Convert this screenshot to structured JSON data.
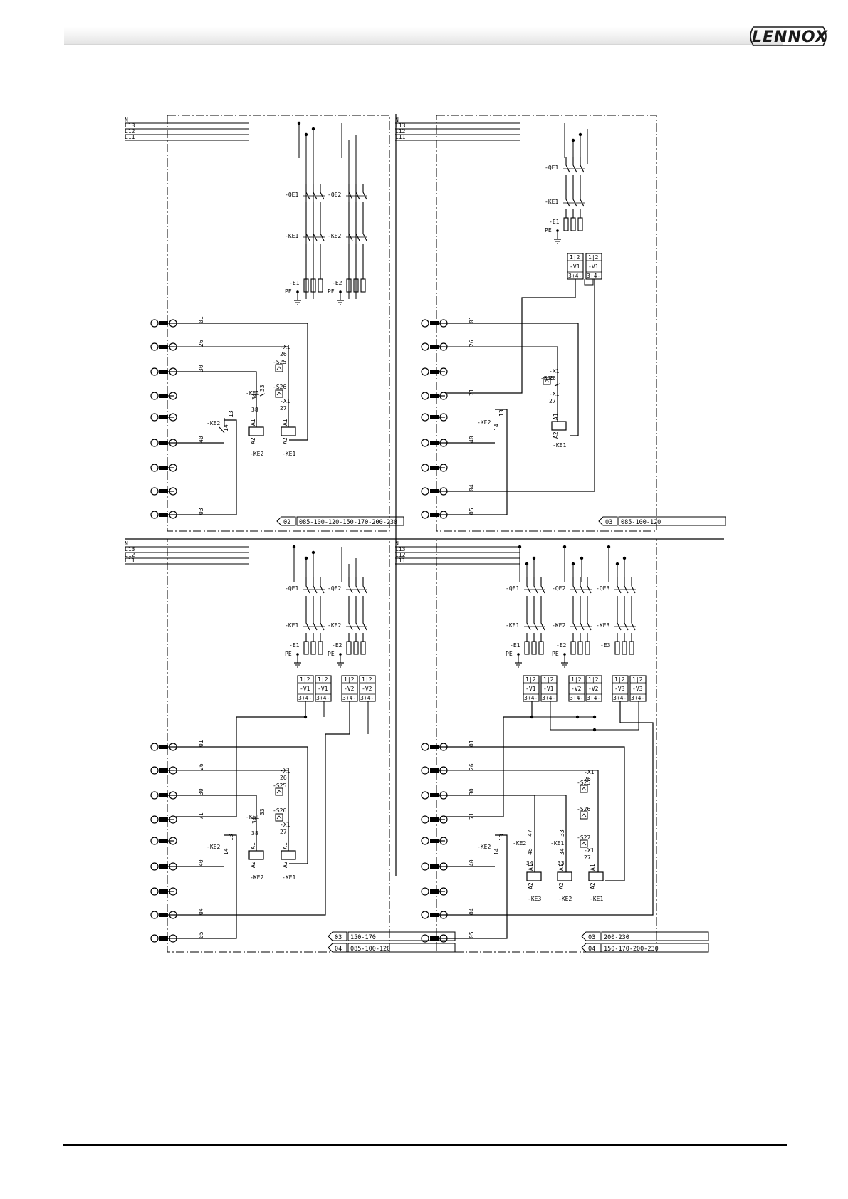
{
  "brand": {
    "logo_text": "LENNOX"
  },
  "panels": [
    {
      "id": "p1",
      "supply_labels": [
        "N",
        "L13",
        "L12",
        "L11"
      ],
      "breakers": [
        {
          "tag": "-QE1",
          "contactor": "-KE1",
          "heater": "-E1"
        },
        {
          "tag": "-QE2",
          "contactor": "-KE2",
          "heater": "-E2"
        }
      ],
      "pe_label": "PE",
      "terminals": [
        "01",
        "26",
        "30",
        "",
        "",
        "40",
        "",
        "",
        "03"
      ],
      "control_labels": {
        "x1a": "-X1",
        "n26": "26",
        "s25": "-S25",
        "s26": "-S26",
        "x1b": "-X1",
        "n27": "27",
        "ke1_aux": "-KE1",
        "n33": "33",
        "n34": "34",
        "n38": "38",
        "ke2_aux": "-KE2",
        "n13": "13",
        "n14": "14",
        "a1": "A1",
        "a2": "A2",
        "coil_left": "-KE2",
        "coil_right": "-KE1"
      },
      "title_blocks": [
        {
          "num": "02",
          "models": "085-100-120-150-170-200-230"
        }
      ]
    },
    {
      "id": "p2",
      "supply_labels": [
        "N",
        "L13",
        "L12",
        "L11"
      ],
      "breakers": [
        {
          "tag": "-QE1",
          "contactor": "-KE1",
          "heater": "-E1"
        }
      ],
      "pe_label": "PE",
      "valves": [
        "-V1",
        "-V1"
      ],
      "valve_pins": {
        "top": "1|2",
        "bottom": "3+4-"
      },
      "terminals": [
        "01",
        "26",
        "",
        "71",
        "",
        "40",
        "",
        "04",
        "05"
      ],
      "control_labels": {
        "x1a": "-X1",
        "n26": "26",
        "b25": "-B25",
        "x1b": "-X1",
        "n27": "27",
        "ke2_aux": "-KE2",
        "n13": "13",
        "n14": "14",
        "a1": "A1",
        "a2": "A2",
        "coil": "-KE1"
      },
      "title_blocks": [
        {
          "num": "03",
          "models": "085-100-120"
        }
      ]
    },
    {
      "id": "p3",
      "supply_labels": [
        "N",
        "L13",
        "L12",
        "L11"
      ],
      "breakers": [
        {
          "tag": "-QE1",
          "contactor": "-KE1",
          "heater": "-E1"
        },
        {
          "tag": "-QE2",
          "contactor": "-KE2",
          "heater": "-E2"
        }
      ],
      "pe_label": "PE",
      "valves": [
        "-V1",
        "-V1",
        "-V2",
        "-V2"
      ],
      "valve_pins": {
        "top": "1|2",
        "bottom": "3+4-"
      },
      "terminals": [
        "01",
        "26",
        "30",
        "71",
        "",
        "40",
        "",
        "04",
        "05"
      ],
      "control_labels": {
        "x1a": "-X1",
        "n26": "26",
        "s25": "-S25",
        "s26": "-S26",
        "x1b": "-X1",
        "n27": "27",
        "ke1_aux": "-KE1",
        "n33": "33",
        "n34": "34",
        "n38": "38",
        "ke2_aux": "-KE2",
        "n13": "13",
        "n14": "14",
        "a1": "A1",
        "a2": "A2",
        "coil_left": "-KE2",
        "coil_right": "-KE1"
      },
      "title_blocks": [
        {
          "num": "03",
          "models": "150-170"
        },
        {
          "num": "04",
          "models": "085-100-120"
        }
      ]
    },
    {
      "id": "p4",
      "supply_labels": [
        "N",
        "L13",
        "L12",
        "L11"
      ],
      "breakers": [
        {
          "tag": "-QE1",
          "contactor": "-KE1",
          "heater": "-E1"
        },
        {
          "tag": "-QE2",
          "contactor": "-KE2",
          "heater": "-E2"
        },
        {
          "tag": "-QE3",
          "contactor": "-KE3",
          "heater": "-E3"
        }
      ],
      "pe_label": "PE",
      "valves": [
        "-V1",
        "-V1",
        "-V2",
        "-V2",
        "-V3",
        "-V3"
      ],
      "valve_pins": {
        "top": "1|2",
        "bottom": "3+4-"
      },
      "terminals": [
        "01",
        "26",
        "30",
        "71",
        "",
        "40",
        "",
        "04",
        "05"
      ],
      "control_labels": {
        "x1a": "-X1",
        "n26": "26",
        "s25": "-S25",
        "s26": "-S26",
        "s27": "-S27",
        "x1b": "-X1",
        "n27": "27",
        "ke2_aux": "-KE2",
        "n47": "47",
        "n48": "48",
        "n34": "34",
        "ke1_aux": "-KE1",
        "n33": "33",
        "n34b": "34",
        "n33b": "33",
        "ke2_aux2": "-KE2",
        "n13": "13",
        "n14": "14",
        "a1": "A1",
        "a2": "A2",
        "coil_1": "-KE3",
        "coil_2": "-KE2",
        "coil_3": "-KE1"
      },
      "title_blocks": [
        {
          "num": "03",
          "models": "200-230"
        },
        {
          "num": "04",
          "models": "150-170-200-230"
        }
      ]
    }
  ]
}
